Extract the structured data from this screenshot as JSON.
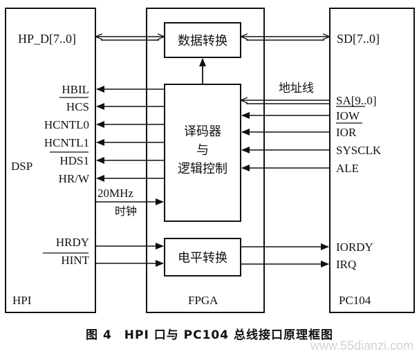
{
  "blocks": {
    "dsp_top": "HP_D[7..0]",
    "dsp_label": "DSP",
    "dsp_name": "HPI",
    "fpga_name": "FPGA",
    "pc104_name": "PC104",
    "data_convert": "数据转换",
    "decoder_lines": [
      "译码器",
      "与",
      "逻辑控制"
    ],
    "level_convert": "电平转换"
  },
  "signals": {
    "dsp_side": [
      "HBIL",
      "HCS",
      "HCNTL0",
      "HCNTL1",
      "HDS1",
      "HR/W"
    ],
    "clock_top": "20MHz",
    "clock_bottom": "时钟",
    "dsp_in": [
      "HRDY",
      "HINT"
    ],
    "pc104_top": "SD[7..0]",
    "address_label": "地址线",
    "pc104_side": [
      "SA[9..0]",
      "IOW",
      "IOR",
      "SYSCLK",
      "ALE"
    ],
    "pc104_out": [
      "IORDY",
      "IRQ"
    ]
  },
  "caption": "图 4　HPI 口与 PC104 总线接口原理框图",
  "watermark": "www.55dianzi.com"
}
